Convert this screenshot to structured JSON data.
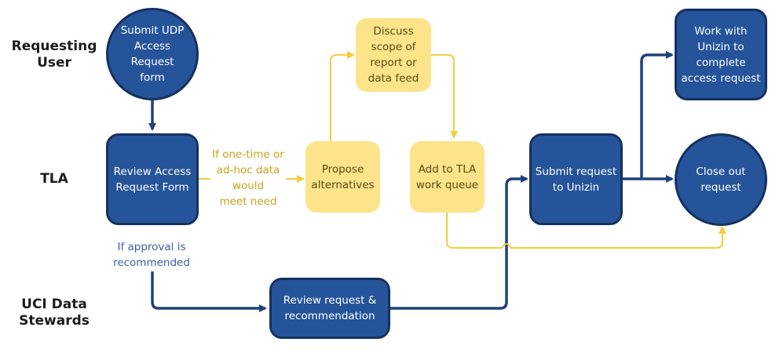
{
  "lanes": {
    "requesting_user": "Requesting\nUser",
    "tla": "TLA",
    "uci_data_stewards": "UCI Data\nStewards"
  },
  "nodes": {
    "submit_udp": "Submit UDP\nAccess\nRequest\nform",
    "review_access": "Review Access\nRequest Form",
    "propose": "Propose\nalternatives",
    "discuss": "Discuss\nscope of\nreport or\ndata feed",
    "add_queue": "Add to TLA\nwork queue",
    "submit_unizin": "Submit request\nto Unizin",
    "work_unizin": "Work with\nUnizin to\ncomplete\naccess request",
    "close_out": "Close out\nrequest",
    "review_rec": "Review request &\nrecommendation"
  },
  "edge_labels": {
    "one_time": "If one-time or\nad-hoc data\nwould\nmeet need",
    "approval": "If approval is\nrecommended"
  },
  "colors": {
    "blue_fill": "#26549a",
    "blue_border": "#14325f",
    "blue_line": "#1f4276",
    "yellow_fill": "#fde48a",
    "yellow_line": "#f3cd3b",
    "yellow_text": "#c8a21c"
  }
}
